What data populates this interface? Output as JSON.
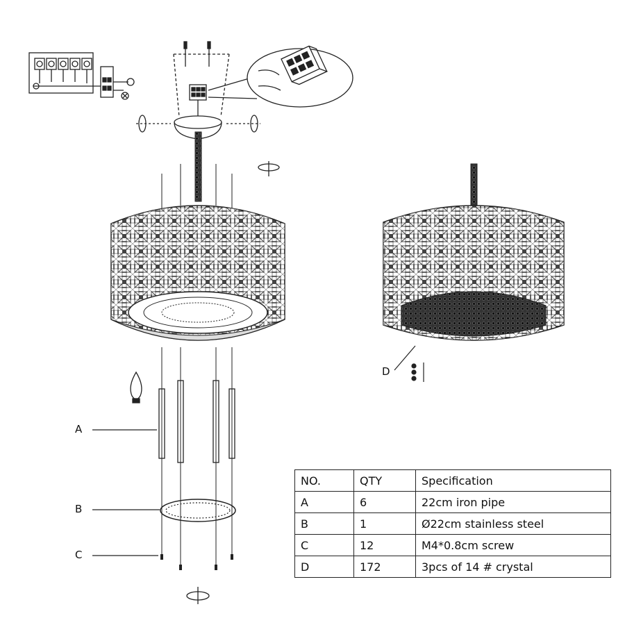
{
  "callouts": {
    "a": "A",
    "b": "B",
    "c": "C",
    "d": "D"
  },
  "parts_table": {
    "headers": [
      "NO.",
      "QTY",
      "Specification"
    ],
    "rows": [
      {
        "no": "A",
        "qty": "6",
        "spec": "22cm iron pipe"
      },
      {
        "no": "B",
        "qty": "1",
        "spec": "Ø22cm stainless steel"
      },
      {
        "no": "C",
        "qty": "12",
        "spec": "M4*0.8cm screw"
      },
      {
        "no": "D",
        "qty": "172",
        "spec": "3pcs of 14 # crystal"
      }
    ]
  }
}
